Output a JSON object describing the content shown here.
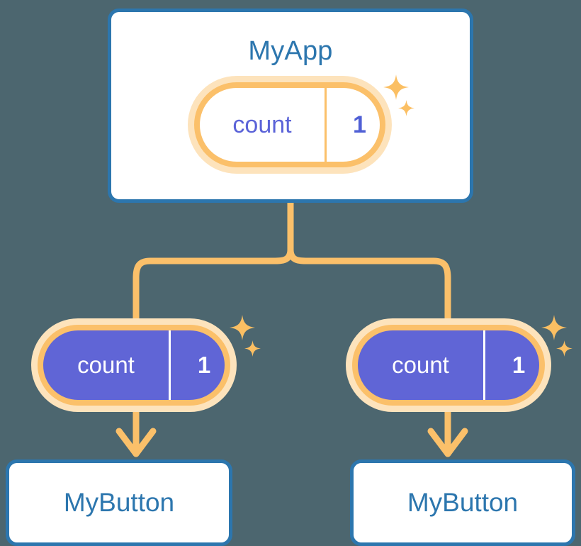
{
  "diagram": {
    "background_color": "#4c666f",
    "accent_blue": "#2c76ae",
    "accent_orange": "#fbc06a",
    "accent_orange_soft": "#fde3bc",
    "accent_purple": "#6065d6",
    "state_key_color_light": "#5b63d8",
    "state_value_color_light": "#4f5fd5"
  },
  "app_card": {
    "title": "MyApp",
    "state": {
      "key": "count",
      "value": "1"
    },
    "sparkle_large": "sparkle-icon",
    "sparkle_small": "sparkle-icon"
  },
  "children": [
    {
      "state": {
        "key": "count",
        "value": "1"
      },
      "button_label": "MyButton",
      "sparkle_large": "sparkle-icon",
      "sparkle_small": "sparkle-icon",
      "arrow": "arrow-down-icon"
    },
    {
      "state": {
        "key": "count",
        "value": "1"
      },
      "button_label": "MyButton",
      "sparkle_large": "sparkle-icon",
      "sparkle_small": "sparkle-icon",
      "arrow": "arrow-down-icon"
    }
  ],
  "connectors": {
    "trunk": "vertical-branch-connector",
    "left_branch": "elbow-connector-left",
    "right_branch": "elbow-connector-right"
  }
}
